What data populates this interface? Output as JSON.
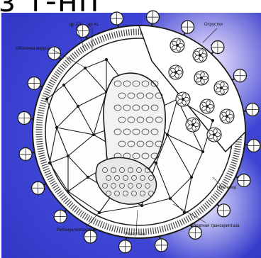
{
  "header_text": "з т-нп",
  "labels": {
    "outer_envelope": "Оболочка вируса",
    "gp120": "gp 120",
    "gp41": "gp 41",
    "spikes": "Отростки",
    "nucleoid": "Нуклеоид",
    "enzyme": "Ревертаза",
    "ribonucleoprotein": "Рибонуклеопротеин",
    "transcriptase": "Обратная транскриптаза"
  },
  "colors": {
    "background": "#3f45d5",
    "ink": "#1a1a1a",
    "paper": "#ffffff"
  }
}
